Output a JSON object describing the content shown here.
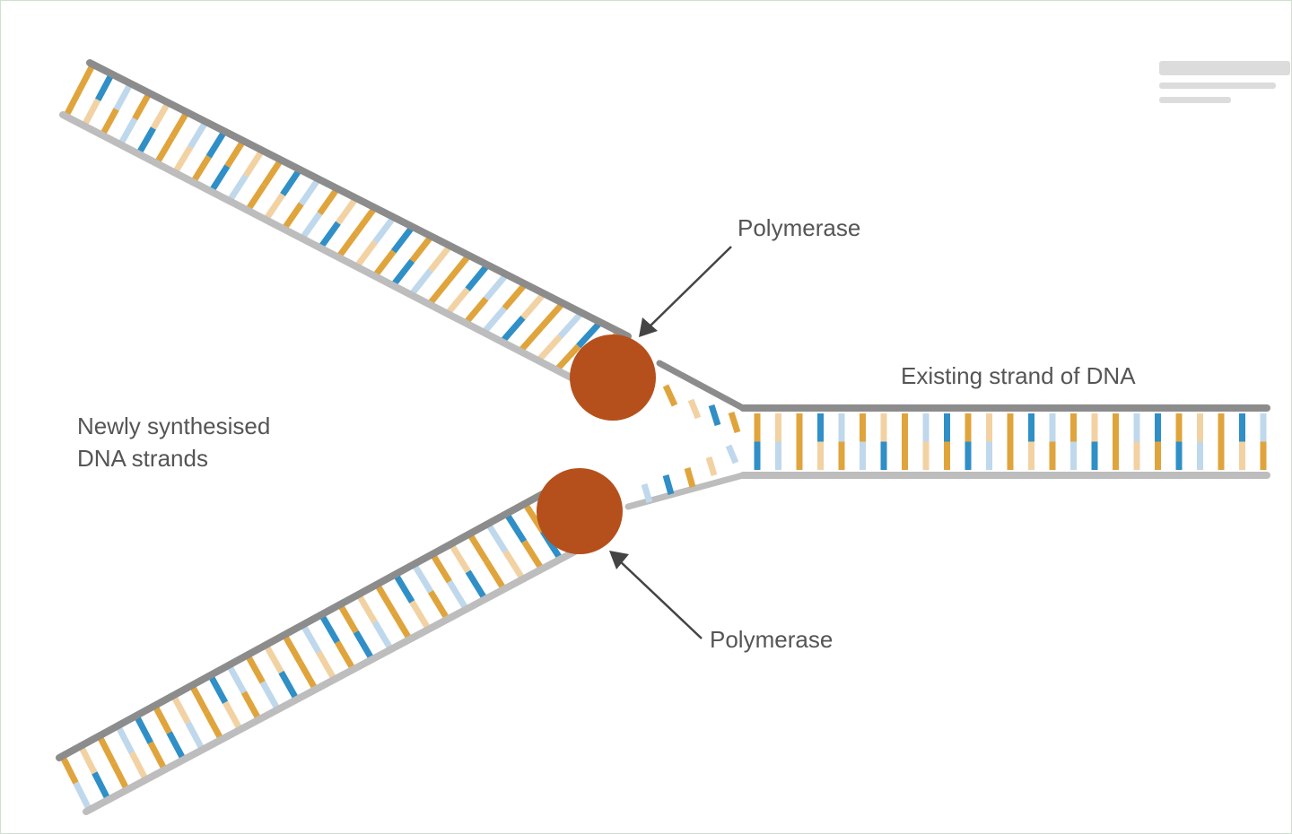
{
  "labels": {
    "polymerase_top": "Polymerase",
    "polymerase_bottom": "Polymerase",
    "existing_strand": "Existing strand of DNA",
    "new_strands_line1": "Newly synthesised",
    "new_strands_line2": "DNA strands"
  },
  "colors": {
    "backbone": "#8c8c8c",
    "backbone_light": "#bdbdbd",
    "base_orange": "#e0a43c",
    "base_light_orange": "#f2d2a3",
    "base_blue": "#2f8fc6",
    "base_light_blue": "#bfd8ec",
    "polymerase": "#b5501c",
    "arrow": "#444444",
    "text": "#555555"
  },
  "base_pattern": [
    "O",
    "L",
    "O",
    "B",
    "W",
    "O",
    "L",
    "O",
    "W",
    "B"
  ]
}
